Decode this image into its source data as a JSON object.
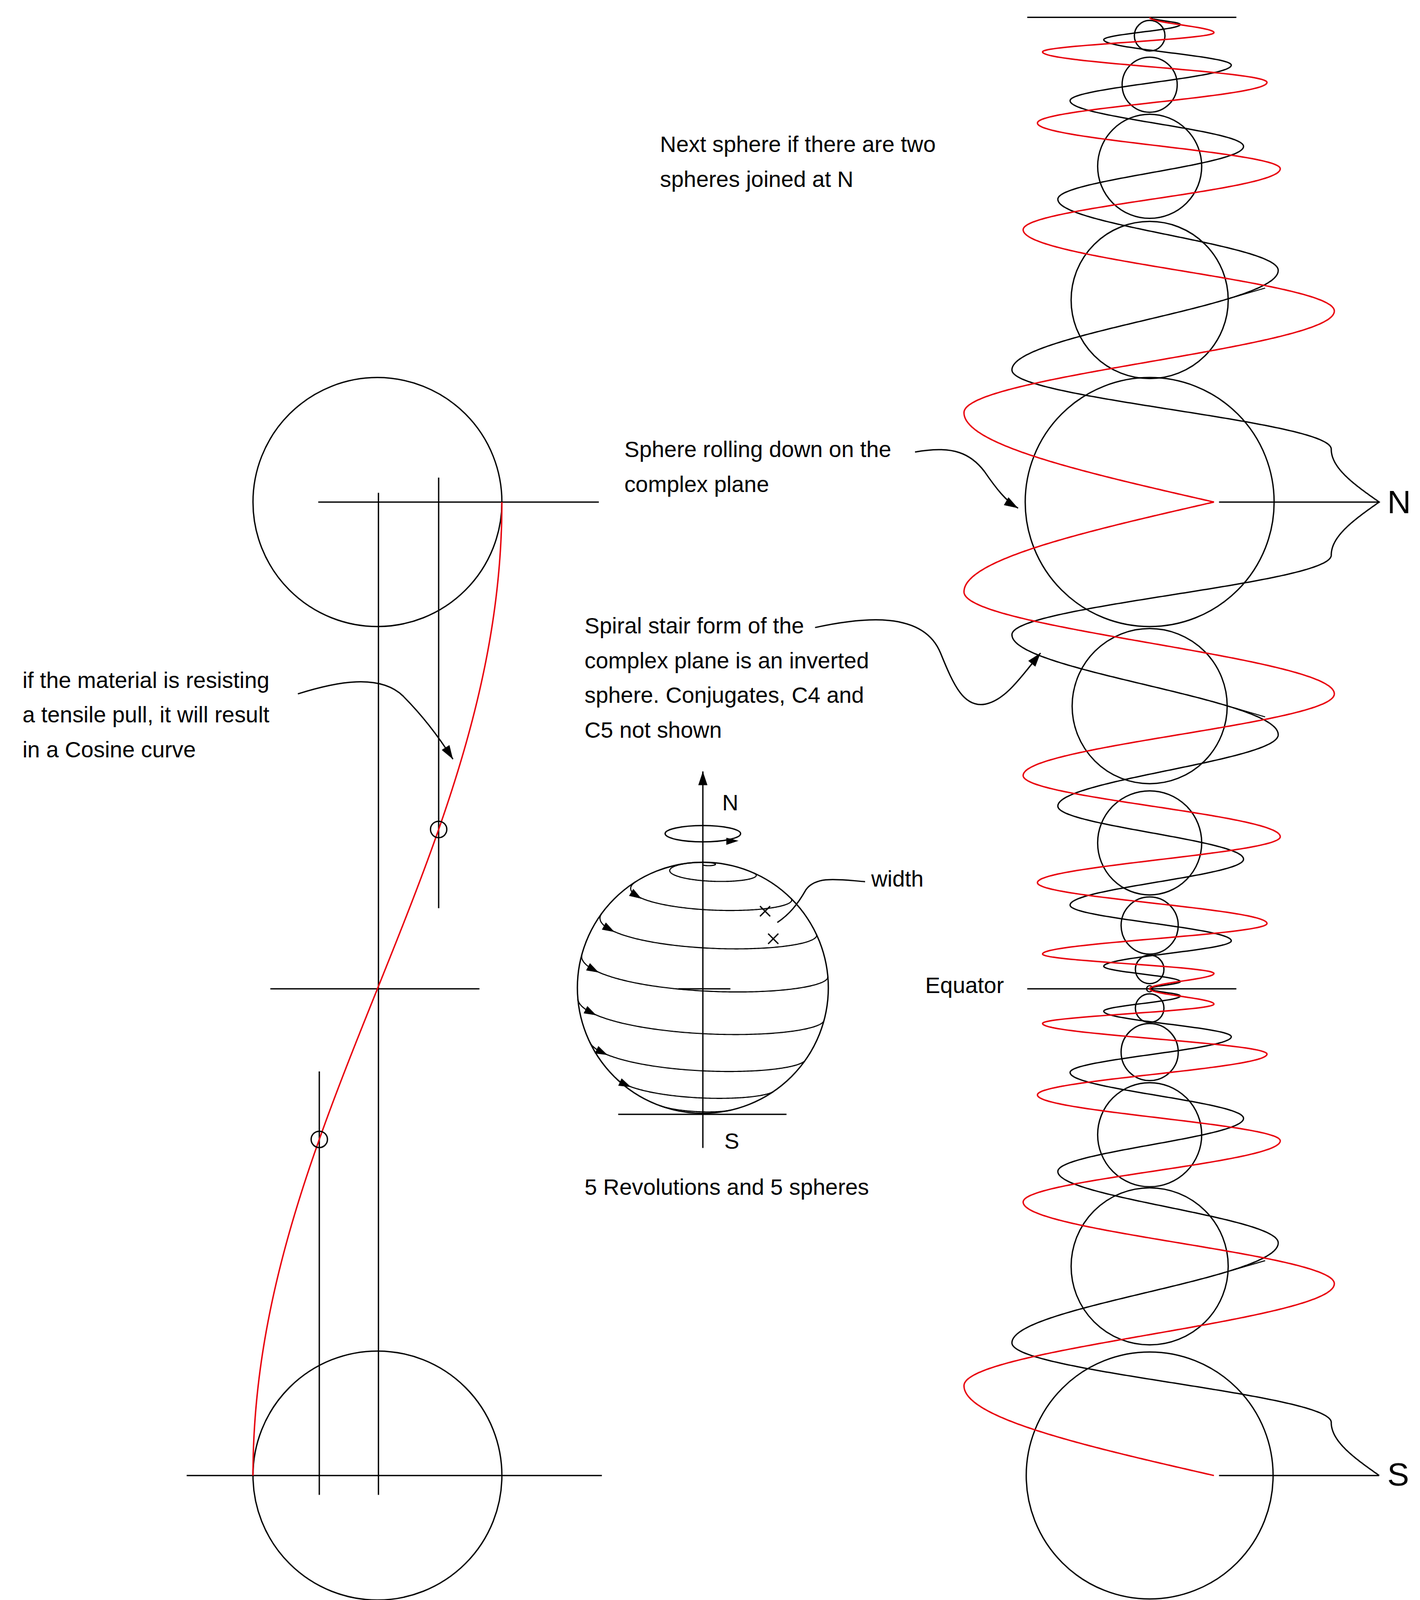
{
  "diagram": {
    "labels": [
      "Next sphere if there are two spheres joined at N",
      "Sphere rolling down on the complex plane",
      "N",
      "Spiral stair form of the complex plane is an inverted sphere. Conjugates, C4 and C5 not shown",
      "if the material is resisting a tensile pull, it will result in a Cosine curve",
      "N",
      "width",
      "Equator",
      "S",
      "5 Revolutions and 5 spheres",
      "S"
    ]
  }
}
